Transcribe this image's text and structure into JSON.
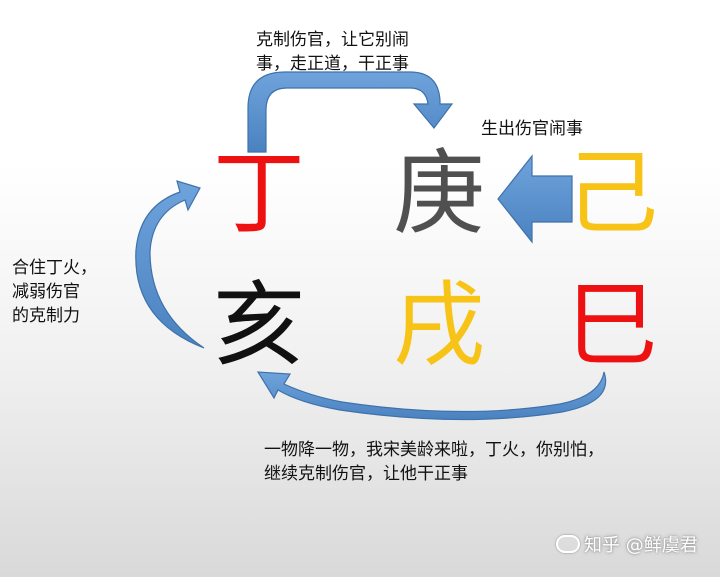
{
  "colors": {
    "red": "#ee1111",
    "gray": "#505050",
    "yellow": "#f7c316",
    "black": "#111111",
    "arrow_blue": "#5b93cf",
    "arrow_edge": "#3f72aa"
  },
  "characters": {
    "ding": "丁",
    "geng": "庚",
    "ji": "己",
    "hai": "亥",
    "wu": "戌",
    "si": "巳"
  },
  "notes": {
    "top_line1": "克制伤官，让它别闹",
    "top_line2": "事，走正道，干正事",
    "right": "生出伤官闹事",
    "left_line1": "合住丁火，",
    "left_line2": "减弱伤官",
    "left_line3": "的克制力",
    "bottom_line1": "一物降一物，我宋美龄来啦，丁火，你别怕，",
    "bottom_line2": "继续克制伤官，让他干正事"
  },
  "watermark": "知乎 @鲜虞君",
  "icons": [
    "wechat-icon"
  ]
}
